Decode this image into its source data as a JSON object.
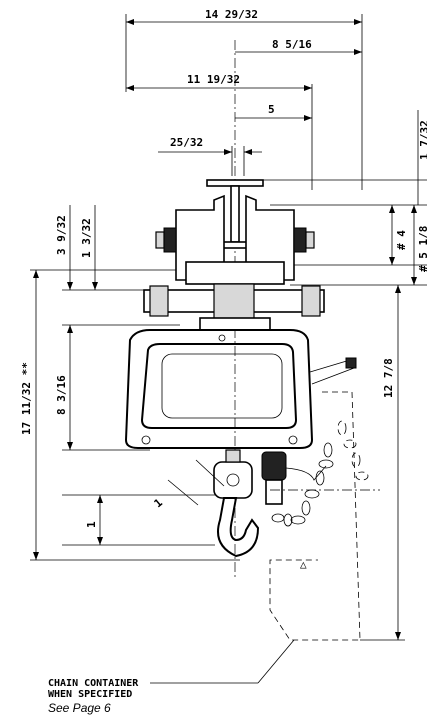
{
  "dimensions": {
    "overall_width": "14 29/32",
    "right_width": "8 5/16",
    "left_width": "11 19/32",
    "center_offset": "5",
    "beam_offset": "25/32",
    "top_right": "1 7/32",
    "beam_height_a": "# 4",
    "beam_height_b": "# 5 1/8",
    "left_upper_a": "3 9/32",
    "left_upper_b": "1 3/32",
    "overall_height": "17 11/32 **",
    "body_height": "8 3/16",
    "right_height": "12 7/8",
    "hook_width": "1",
    "hook_height": "1",
    "triangle_mark": "△"
  },
  "notes": {
    "chain_container_line1": "CHAIN CONTAINER",
    "chain_container_line2": "WHEN SPECIFIED",
    "see_page": "See Page 6"
  }
}
